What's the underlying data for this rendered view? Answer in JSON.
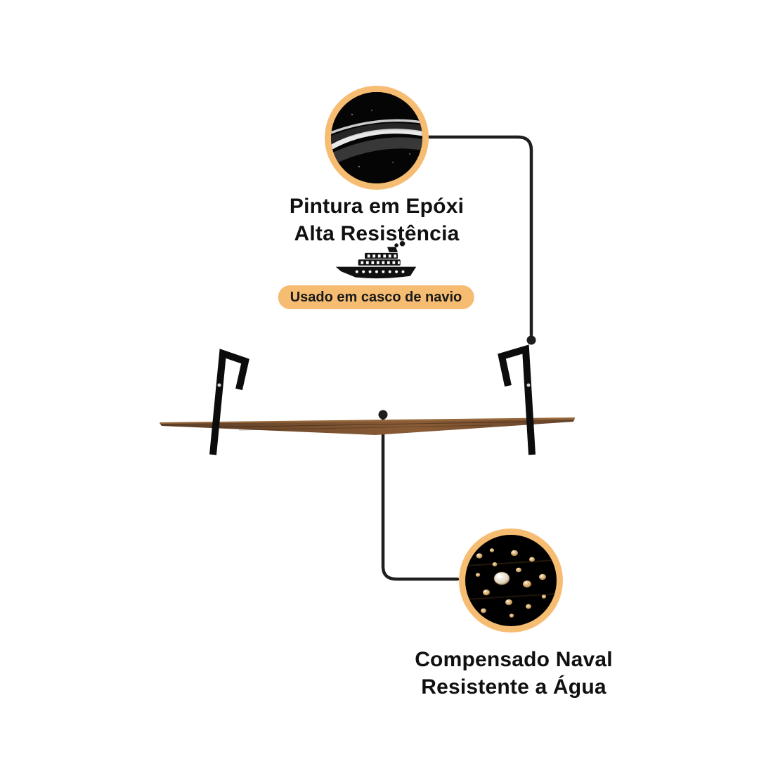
{
  "page": {
    "colors": {
      "bg": "#ffffff",
      "accent": "#f6bd72",
      "line": "#1e1e1e",
      "text": "#101010",
      "badge-text": "#1a1a1a",
      "bracket": "#0c0c0c",
      "wood-dark": "#5a3c25",
      "wood-mid": "#8a5c36"
    }
  },
  "feature_epoxy": {
    "title_line1": "Pintura em Epóxi",
    "title_line2": "Alta Resistência",
    "badge_label": "Usado em casco de navio"
  },
  "feature_plywood": {
    "title_line1": "Compensado Naval",
    "title_line2": "Resistente a Água"
  },
  "icons": {
    "ship": "cruise-ship-silhouette",
    "epoxy_photo": "glossy-black-epoxy-paint",
    "plywood_photo": "water-droplets-on-wood"
  }
}
